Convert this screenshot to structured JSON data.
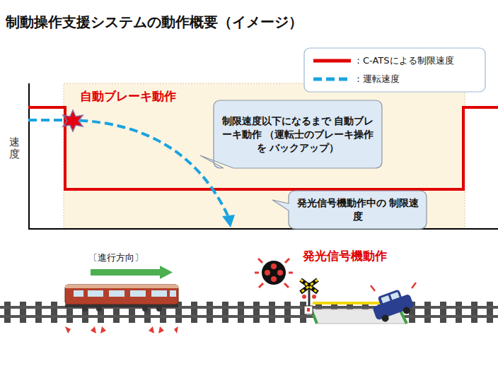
{
  "diagram": {
    "title": "制動操作支援システムの動作概要（イメージ）",
    "nodes": [
      {
        "text": [
          "制限速度以下になるまで 自動ブレーキ動作 （運転士のブレーキ操作を バックアップ）"
        ]
      },
      {
        "text": [
          "発光信号機動作中の 制限速度"
        ]
      }
    ],
    "edges": [],
    "labels": [
      "速度",
      "自動ブレーキ動作",
      "〔進行方向〕",
      "発光信号機動作"
    ],
    "legend": [
      {
        "text": "：C-ATSによる制限速度"
      },
      {
        "text": "：運転速度"
      }
    ]
  }
}
